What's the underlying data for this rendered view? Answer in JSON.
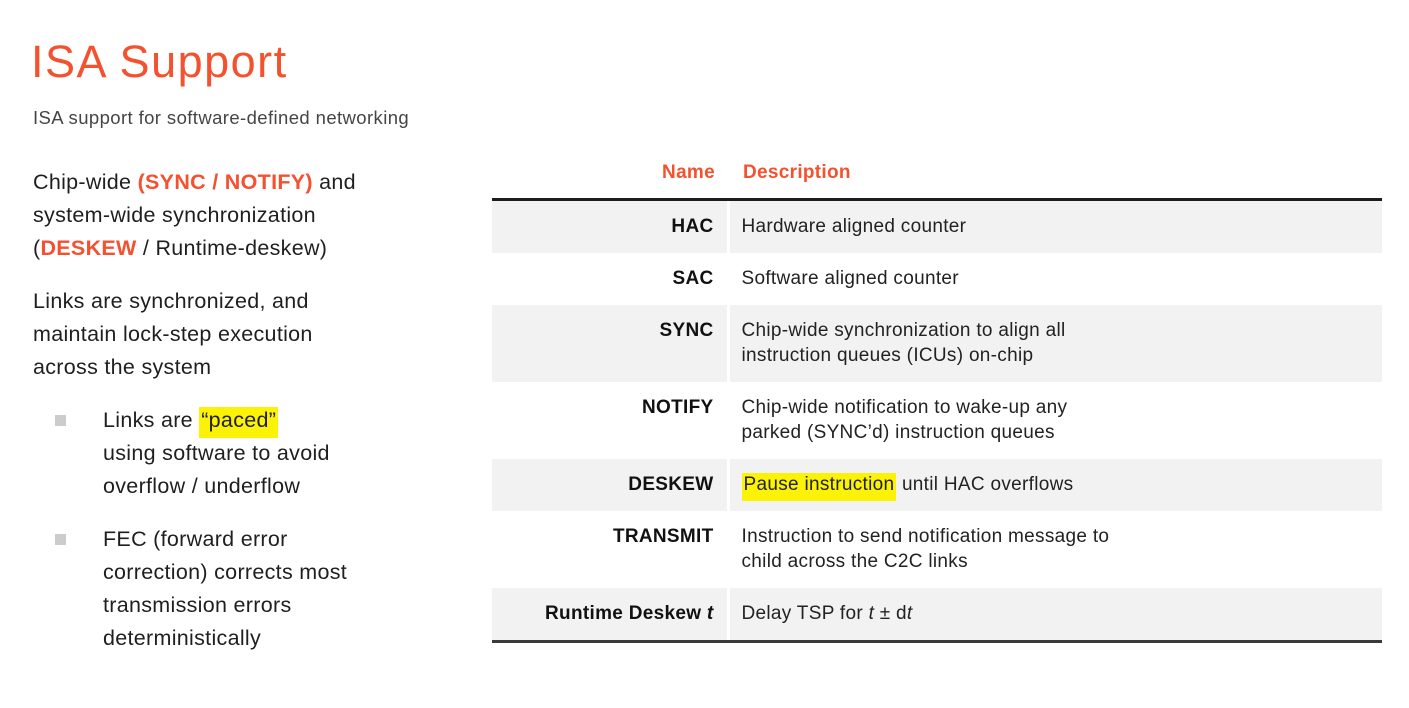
{
  "slide": {
    "title": "ISA Support",
    "subtitle": "ISA support for software-defined networking"
  },
  "colors": {
    "accent": "#F4512F",
    "highlight": "#FBF206",
    "row_shade": "#F2F2F2",
    "table_border_top": "#1C1C1C",
    "table_border_bottom": "#3A3A3A",
    "bullet": "#CCCCCC",
    "text": "#1F1F1F"
  },
  "left_panel": {
    "paragraphs": [
      {
        "segments": [
          {
            "t": "Chip-wide "
          },
          {
            "t": "(SYNC / NOTIFY)",
            "style": "accent-bold"
          },
          {
            "t": " and"
          },
          {
            "br": true
          },
          {
            "t": "system-wide synchronization"
          },
          {
            "br": true
          },
          {
            "t": "("
          },
          {
            "t": "DESKEW",
            "style": "accent-bold"
          },
          {
            "t": " / Runtime-deskew)"
          }
        ]
      },
      {
        "segments": [
          {
            "t": "Links are synchronized, and"
          },
          {
            "br": true
          },
          {
            "t": "maintain lock-step execution"
          },
          {
            "br": true
          },
          {
            "t": "across the system"
          }
        ]
      }
    ],
    "bullets": [
      {
        "segments": [
          {
            "t": "Links are "
          },
          {
            "t": "“paced”",
            "style": "highlight"
          },
          {
            "br": true
          },
          {
            "t": "using software to avoid"
          },
          {
            "br": true
          },
          {
            "t": "overflow / underflow"
          }
        ]
      },
      {
        "segments": [
          {
            "t": "FEC (forward error"
          },
          {
            "br": true
          },
          {
            "t": "correction) corrects most"
          },
          {
            "br": true
          },
          {
            "t": "transmission errors"
          },
          {
            "br": true
          },
          {
            "t": "deterministically"
          }
        ]
      }
    ]
  },
  "table": {
    "columns": [
      "Name",
      "Description"
    ],
    "rows": [
      {
        "name": [
          {
            "t": "HAC"
          }
        ],
        "desc": [
          {
            "t": "Hardware aligned counter"
          }
        ]
      },
      {
        "name": [
          {
            "t": "SAC"
          }
        ],
        "desc": [
          {
            "t": "Software aligned counter"
          }
        ]
      },
      {
        "name": [
          {
            "t": "SYNC"
          }
        ],
        "desc": [
          {
            "t": "Chip-wide synchronization to align all"
          },
          {
            "br": true
          },
          {
            "t": "instruction queues (ICUs) on-chip"
          }
        ]
      },
      {
        "name": [
          {
            "t": "NOTIFY"
          }
        ],
        "desc": [
          {
            "t": "Chip-wide notification to wake-up any"
          },
          {
            "br": true
          },
          {
            "t": "parked (SYNC’d) instruction queues"
          }
        ]
      },
      {
        "name": [
          {
            "t": "DESKEW"
          }
        ],
        "desc": [
          {
            "t": "Pause instruction",
            "style": "highlight"
          },
          {
            "t": " until HAC overflows"
          }
        ]
      },
      {
        "name": [
          {
            "t": "TRANSMIT"
          }
        ],
        "desc": [
          {
            "t": "Instruction to send notification message to"
          },
          {
            "br": true
          },
          {
            "t": "child across the C2C links"
          }
        ]
      },
      {
        "name": [
          {
            "t": "Runtime Deskew "
          },
          {
            "t": "t",
            "style": "italic"
          }
        ],
        "desc": [
          {
            "t": "Delay TSP for "
          },
          {
            "t": "t",
            "style": "italic"
          },
          {
            "t": " ± d"
          },
          {
            "t": "t",
            "style": "italic"
          }
        ]
      }
    ]
  }
}
